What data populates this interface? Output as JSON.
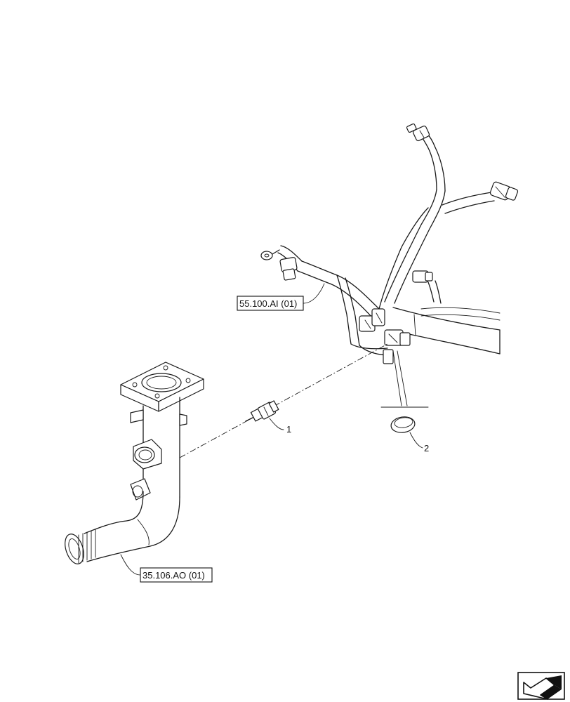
{
  "references": {
    "harness_ref": "55.100.AI (01)",
    "pipe_ref": "35.106.AO (01)"
  },
  "callouts": {
    "sensor": "1",
    "seal_ring": "2"
  },
  "icons": {
    "corner_nav": "arrow-navigation-icon"
  }
}
